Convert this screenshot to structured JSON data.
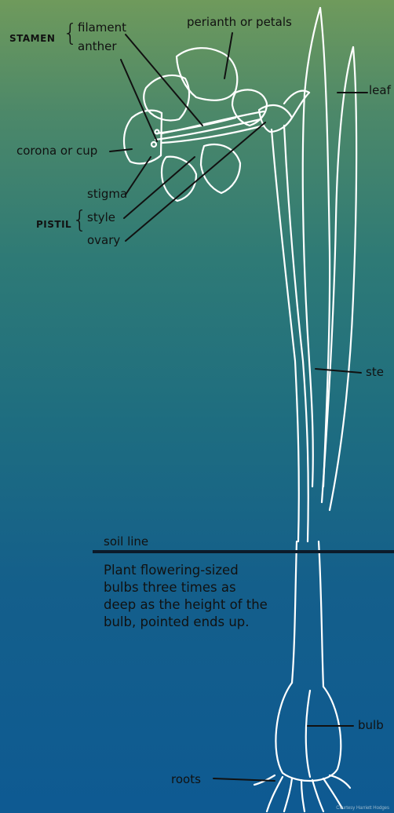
{
  "groups": {
    "stamen": "STAMEN",
    "pistil": "PISTIL"
  },
  "labels": {
    "filament": "filament",
    "anther": "anther",
    "perianth": "perianth or petals",
    "leaf": "leaf",
    "corona": "corona or cup",
    "stigma": "stigma",
    "style": "style",
    "ovary": "ovary",
    "stem": "ste",
    "soil_line": "soil line",
    "bulb": "bulb",
    "roots": "roots"
  },
  "note": "Plant flowering-sized bulbs three times as deep as the height of the bulb, pointed ends up.",
  "credit": "Courtesy Harriett Hodges",
  "colors": {
    "outline": "#ffffff",
    "leader": "#111111",
    "soil": "#0c1b2a"
  }
}
